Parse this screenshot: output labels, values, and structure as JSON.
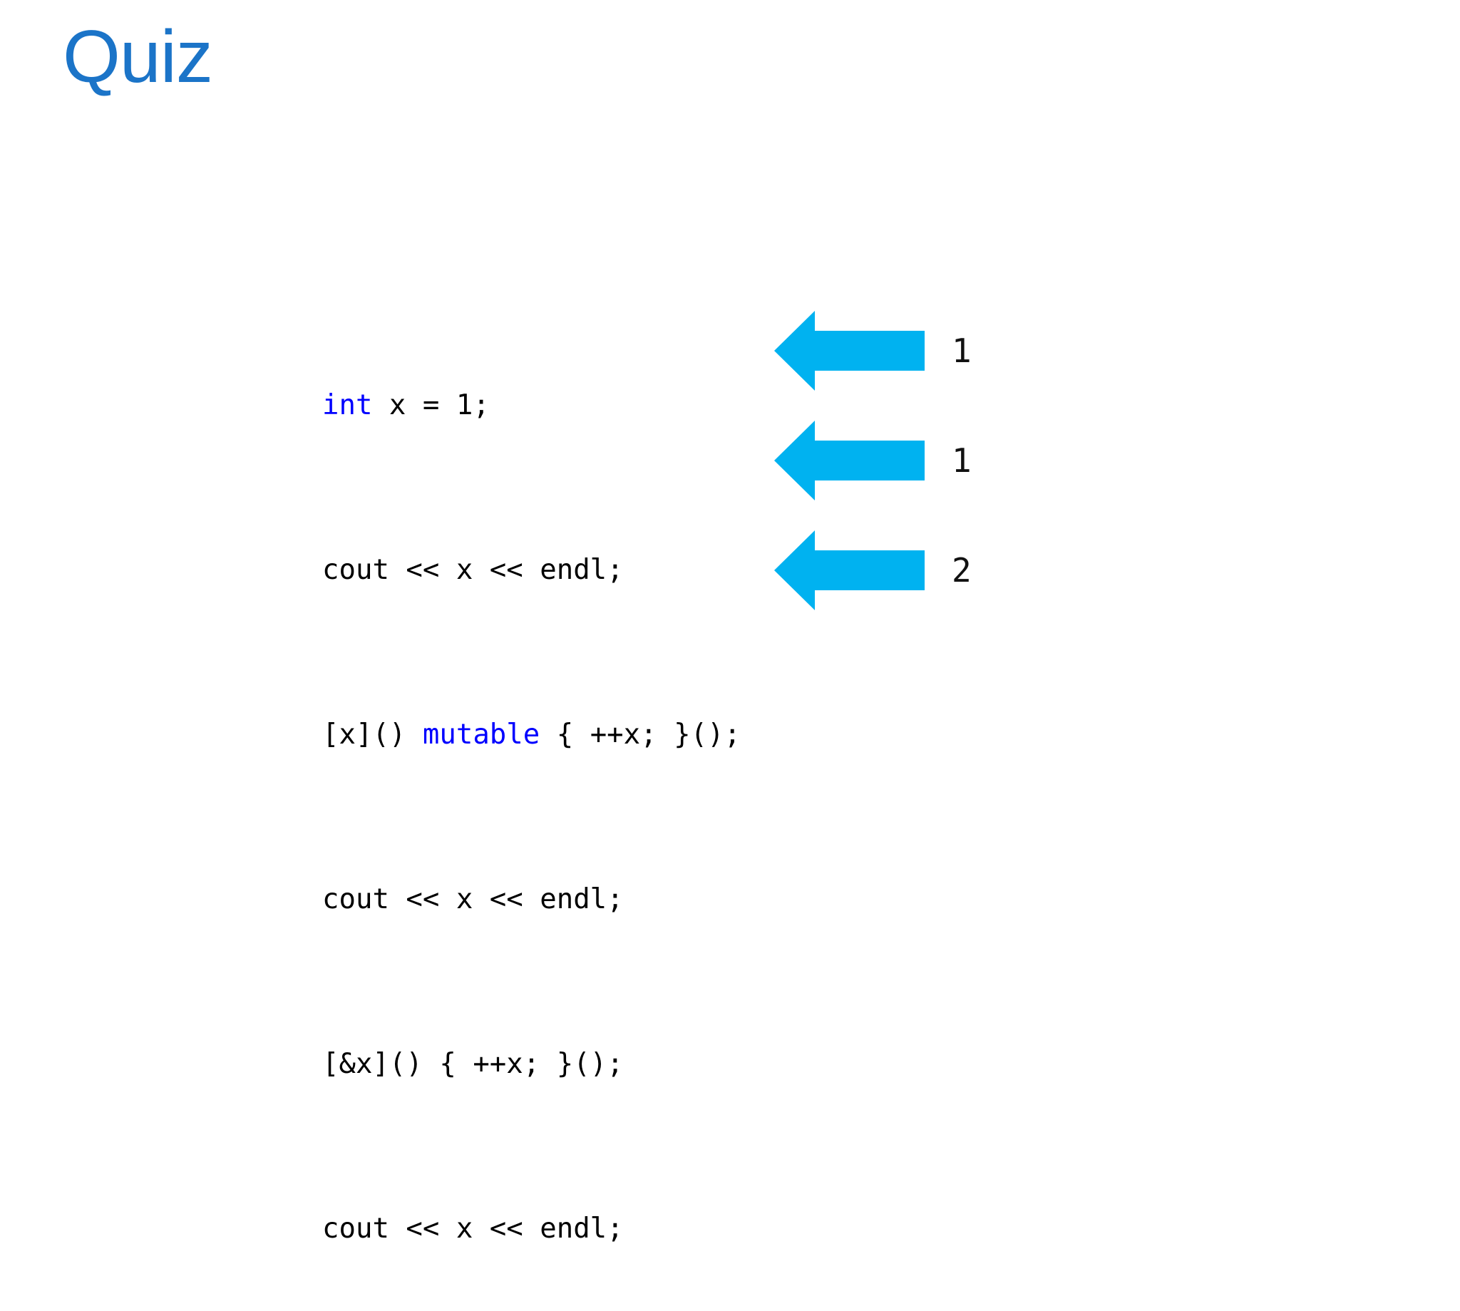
{
  "slide": {
    "title": "Quiz"
  },
  "colors": {
    "background": "#ffffff",
    "title": "#1b74c8",
    "keyword": "#0000ff",
    "code": "#000000",
    "arrow": "#00b2f0",
    "answer": "#111111"
  },
  "code": {
    "language": "cpp",
    "lines": [
      {
        "segments": [
          {
            "kind": "keyword",
            "text": "int"
          },
          {
            "kind": "plain",
            "text": " x = 1;"
          }
        ]
      },
      {
        "segments": [
          {
            "kind": "plain",
            "text": "cout << x << endl;"
          }
        ]
      },
      {
        "segments": [
          {
            "kind": "plain",
            "text": "[x]() "
          },
          {
            "kind": "keyword",
            "text": "mutable"
          },
          {
            "kind": "plain",
            "text": " { ++x; }();"
          }
        ]
      },
      {
        "segments": [
          {
            "kind": "plain",
            "text": "cout << x << endl;"
          }
        ]
      },
      {
        "segments": [
          {
            "kind": "plain",
            "text": "[&x]() { ++x; }();"
          }
        ]
      },
      {
        "segments": [
          {
            "kind": "plain",
            "text": "cout << x << endl;"
          }
        ]
      }
    ]
  },
  "annotations": [
    {
      "icon": "left-arrow-icon",
      "answer": "1"
    },
    {
      "icon": "left-arrow-icon",
      "answer": "1"
    },
    {
      "icon": "left-arrow-icon",
      "answer": "2"
    }
  ]
}
